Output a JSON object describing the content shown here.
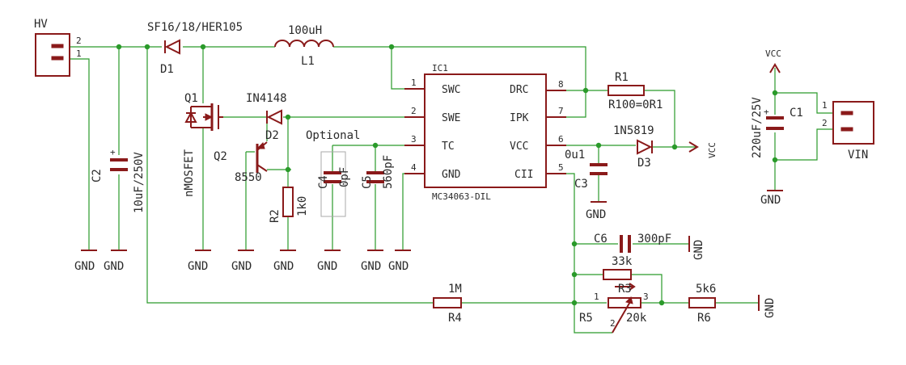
{
  "labels": {
    "hv": "HV",
    "diode_d1_part": "SF16/18/HER105",
    "d1": "D1",
    "inductor_value": "100uH",
    "l1": "L1",
    "q1": "Q1",
    "q1_type": "nMOSFET",
    "d2_part": "IN4148",
    "d2": "D2",
    "q2": "Q2",
    "q2_part": "8550",
    "r2": "R2",
    "r2_value": "1k0",
    "optional": "Optional",
    "c4": "C4",
    "c4_value": "0pF",
    "c5": "C5",
    "c5_value": "560pF",
    "c2": "C2",
    "c2_value": "10uF/250V",
    "ic_name": "IC1",
    "ic_part": "MC34063-DIL",
    "r1": "R1",
    "r1_value": "R100=0R1",
    "d3_part": "1N5819",
    "d3": "D3",
    "vcc": "VCC",
    "c3_value": "0u1",
    "c3": "C3",
    "c6": "C6",
    "c6_value": "300pF",
    "r3_value": "33k",
    "r3": "R3",
    "r5": "R5",
    "r5_value": "20k",
    "r4_value": "1M",
    "r4": "R4",
    "r6_value": "5k6",
    "r6": "R6",
    "gnd": "GND",
    "c1": "C1",
    "c1_value": "220uF/25V",
    "vin": "VIN",
    "pin1": "1",
    "pin2": "2",
    "pin3": "3",
    "pin4": "4",
    "pin5": "5",
    "pin6": "6",
    "pin7": "7",
    "pin8": "8",
    "swc": "SWC",
    "swe": "SWE",
    "tc": "TC",
    "gndpin": "GND",
    "drc": "DRC",
    "ipk": "IPK",
    "vccpin": "VCC",
    "cii": "CII"
  }
}
